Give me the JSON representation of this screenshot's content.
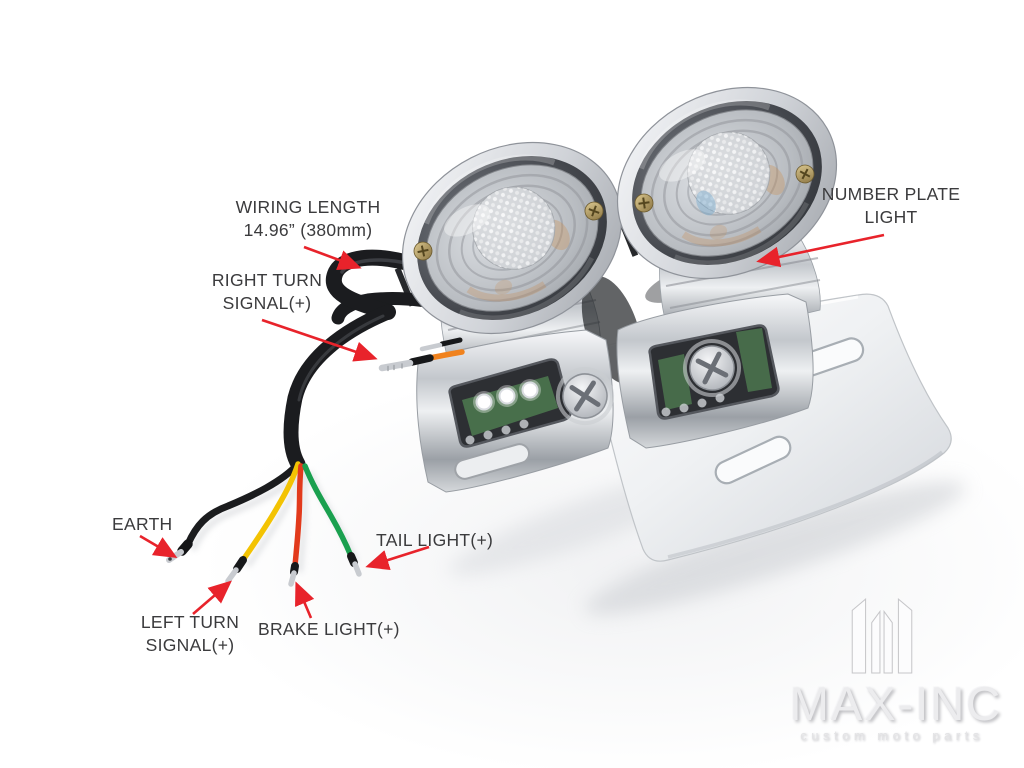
{
  "scene": {
    "type": "product-photo-with-annotations",
    "background_color": "#ffffff"
  },
  "annotations": {
    "arrow_color": "#e8232b",
    "text_color": "#3b3b3d",
    "labels": {
      "wiring_length": {
        "line1": "WIRING LENGTH",
        "line2": "14.96” (380mm)"
      },
      "right_turn_signal": {
        "line1": "RIGHT TURN",
        "line2": "SIGNAL(+)"
      },
      "number_plate_light": {
        "line1": "NUMBER PLATE",
        "line2": "LIGHT"
      },
      "earth": {
        "line1": "EARTH"
      },
      "left_turn_signal": {
        "line1": "LEFT TURN",
        "line2": "SIGNAL(+)"
      },
      "brake_light": {
        "line1": "BRAKE LIGHT(+)"
      },
      "tail_light": {
        "line1": "TAIL LIGHT(+)"
      }
    }
  },
  "product": {
    "wire_colors": {
      "earth": "#1b1c1e",
      "left_turn_signal": "#f3c303",
      "brake_light": "#e23a1c",
      "tail_light": "#1aa04f",
      "right_turn_signal": "#f0821e"
    },
    "chrome_color": "#d8dbdf",
    "led_color": "#ffffff"
  },
  "watermark": {
    "brand": "MAX-INC",
    "tagline": "custom moto parts",
    "color": "#ececee"
  }
}
